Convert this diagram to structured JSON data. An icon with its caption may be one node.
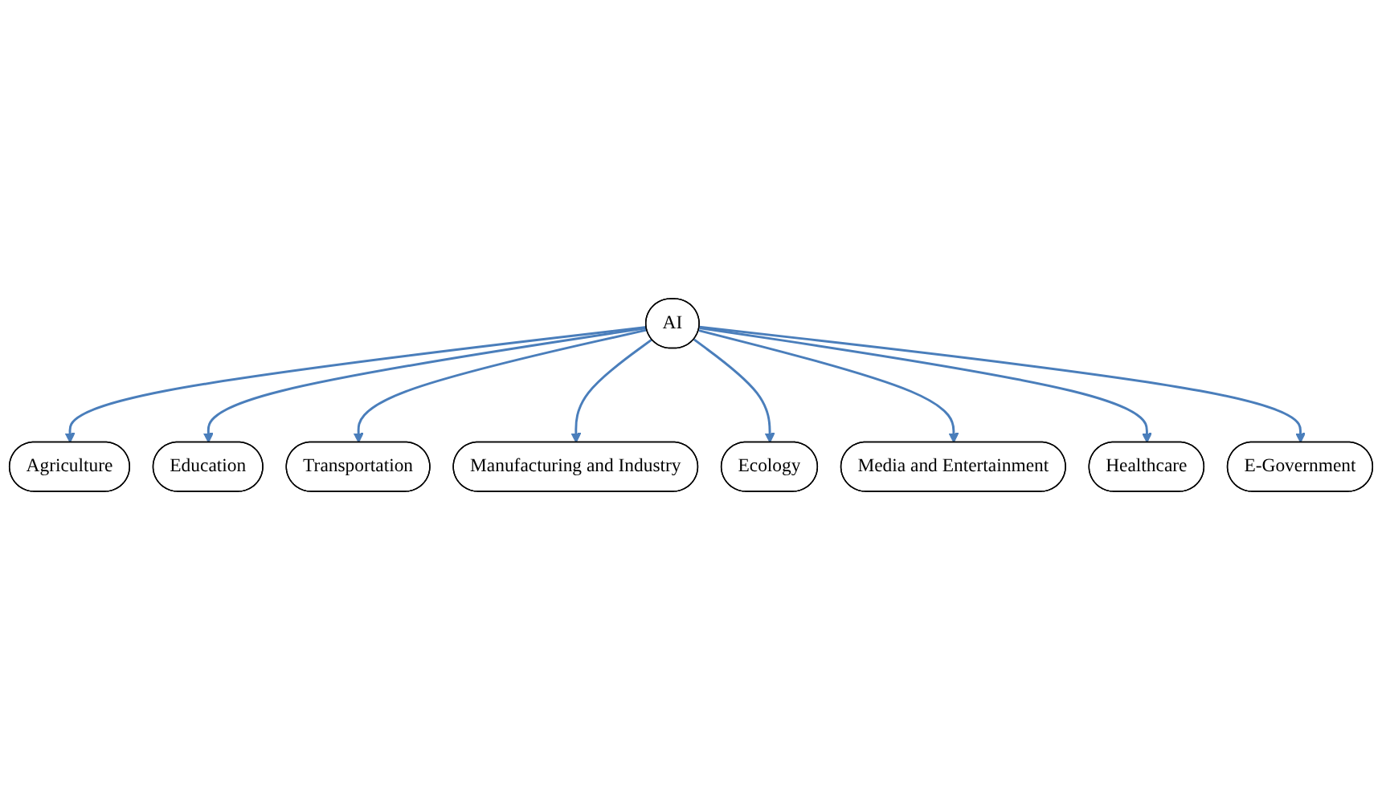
{
  "diagram": {
    "nodes": [
      {
        "text": [
          "Agriculture"
        ]
      },
      {
        "text": [
          "Education"
        ]
      },
      {
        "text": [
          "Transportation"
        ]
      },
      {
        "text": [
          "Manufacturing and Industry"
        ]
      },
      {
        "text": [
          "AI"
        ]
      },
      {
        "text": [
          "Ecology"
        ]
      },
      {
        "text": [
          "Media and Entertainment"
        ]
      },
      {
        "text": [
          "Healthcare"
        ]
      },
      {
        "text": [
          "E-Government"
        ]
      }
    ],
    "edges": [
      {
        "from": 4,
        "to": 0,
        "arrow": "to"
      },
      {
        "from": 4,
        "to": 1,
        "arrow": "to"
      },
      {
        "from": 4,
        "to": 2,
        "arrow": "to"
      },
      {
        "from": 4,
        "to": 3,
        "arrow": "to"
      },
      {
        "from": 4,
        "to": 5,
        "arrow": "to"
      },
      {
        "from": 4,
        "to": 6,
        "arrow": "to"
      },
      {
        "from": 4,
        "to": 7,
        "arrow": "to"
      },
      {
        "from": 4,
        "to": 8,
        "arrow": "to"
      }
    ]
  }
}
